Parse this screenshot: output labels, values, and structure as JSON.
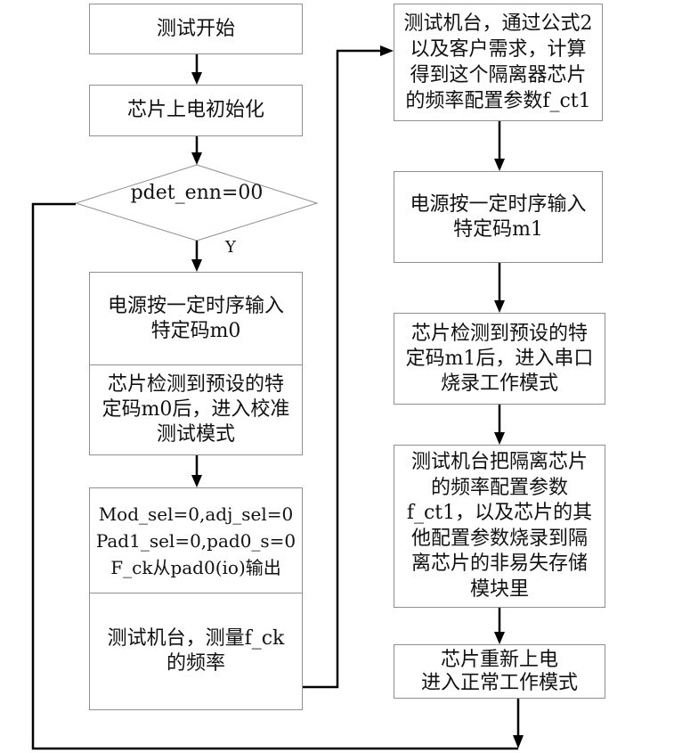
{
  "diagram": {
    "type": "flowchart",
    "colors": {
      "box_border": "#8f8f8f",
      "connector": "#000000",
      "background": "#ffffff"
    },
    "left_column": {
      "start": {
        "label": "测试开始"
      },
      "init": {
        "label": "芯片上电初始化"
      },
      "decision": {
        "label": "pdet_enn=00",
        "yes_label": "Y"
      },
      "input_m0": {
        "lines": [
          "电源按一定时序输入",
          "特定码m0"
        ]
      },
      "detect_m0": {
        "lines": [
          "芯片检测到预设的特",
          "定码m0后，进入校准",
          "测试模式"
        ]
      },
      "config": {
        "lines": [
          "Mod_sel=0,adj_sel=0",
          "Pad1_sel=0,pad0_s=0",
          "F_ck从pad0(io)输出"
        ]
      },
      "measure": {
        "lines": [
          "测试机台，测量f_ck",
          "的频率"
        ]
      }
    },
    "right_column": {
      "compute": {
        "lines": [
          "测试机台，通过公式2",
          "以及客户需求，计算",
          "得到这个隔离器芯片",
          "的频率配置参数f_ct1"
        ]
      },
      "input_m1": {
        "lines": [
          "电源按一定时序输入",
          "特定码m1"
        ]
      },
      "detect_m1": {
        "lines": [
          "芯片检测到预设的特",
          "定码m1后，进入串口",
          "烧录工作模式"
        ]
      },
      "burn": {
        "lines": [
          "测试机台把隔离芯片",
          "的频率配置参数",
          "f_ct1，以及芯片的其",
          "他配置参数烧录到隔",
          "离芯片的非易失存储",
          "模块里"
        ]
      },
      "repower": {
        "lines": [
          "芯片重新上电",
          "进入正常工作模式"
        ]
      }
    },
    "edges": [
      {
        "from": "start",
        "to": "init"
      },
      {
        "from": "init",
        "to": "decision"
      },
      {
        "from": "decision",
        "to": "input_m0",
        "label": "Y"
      },
      {
        "from": "detect_m0",
        "to": "config"
      },
      {
        "from": "measure",
        "to": "compute"
      },
      {
        "from": "compute",
        "to": "input_m1"
      },
      {
        "from": "input_m1",
        "to": "detect_m1"
      },
      {
        "from": "detect_m1",
        "to": "burn"
      },
      {
        "from": "burn",
        "to": "repower"
      },
      {
        "from": "repower",
        "to": "decision"
      }
    ]
  }
}
